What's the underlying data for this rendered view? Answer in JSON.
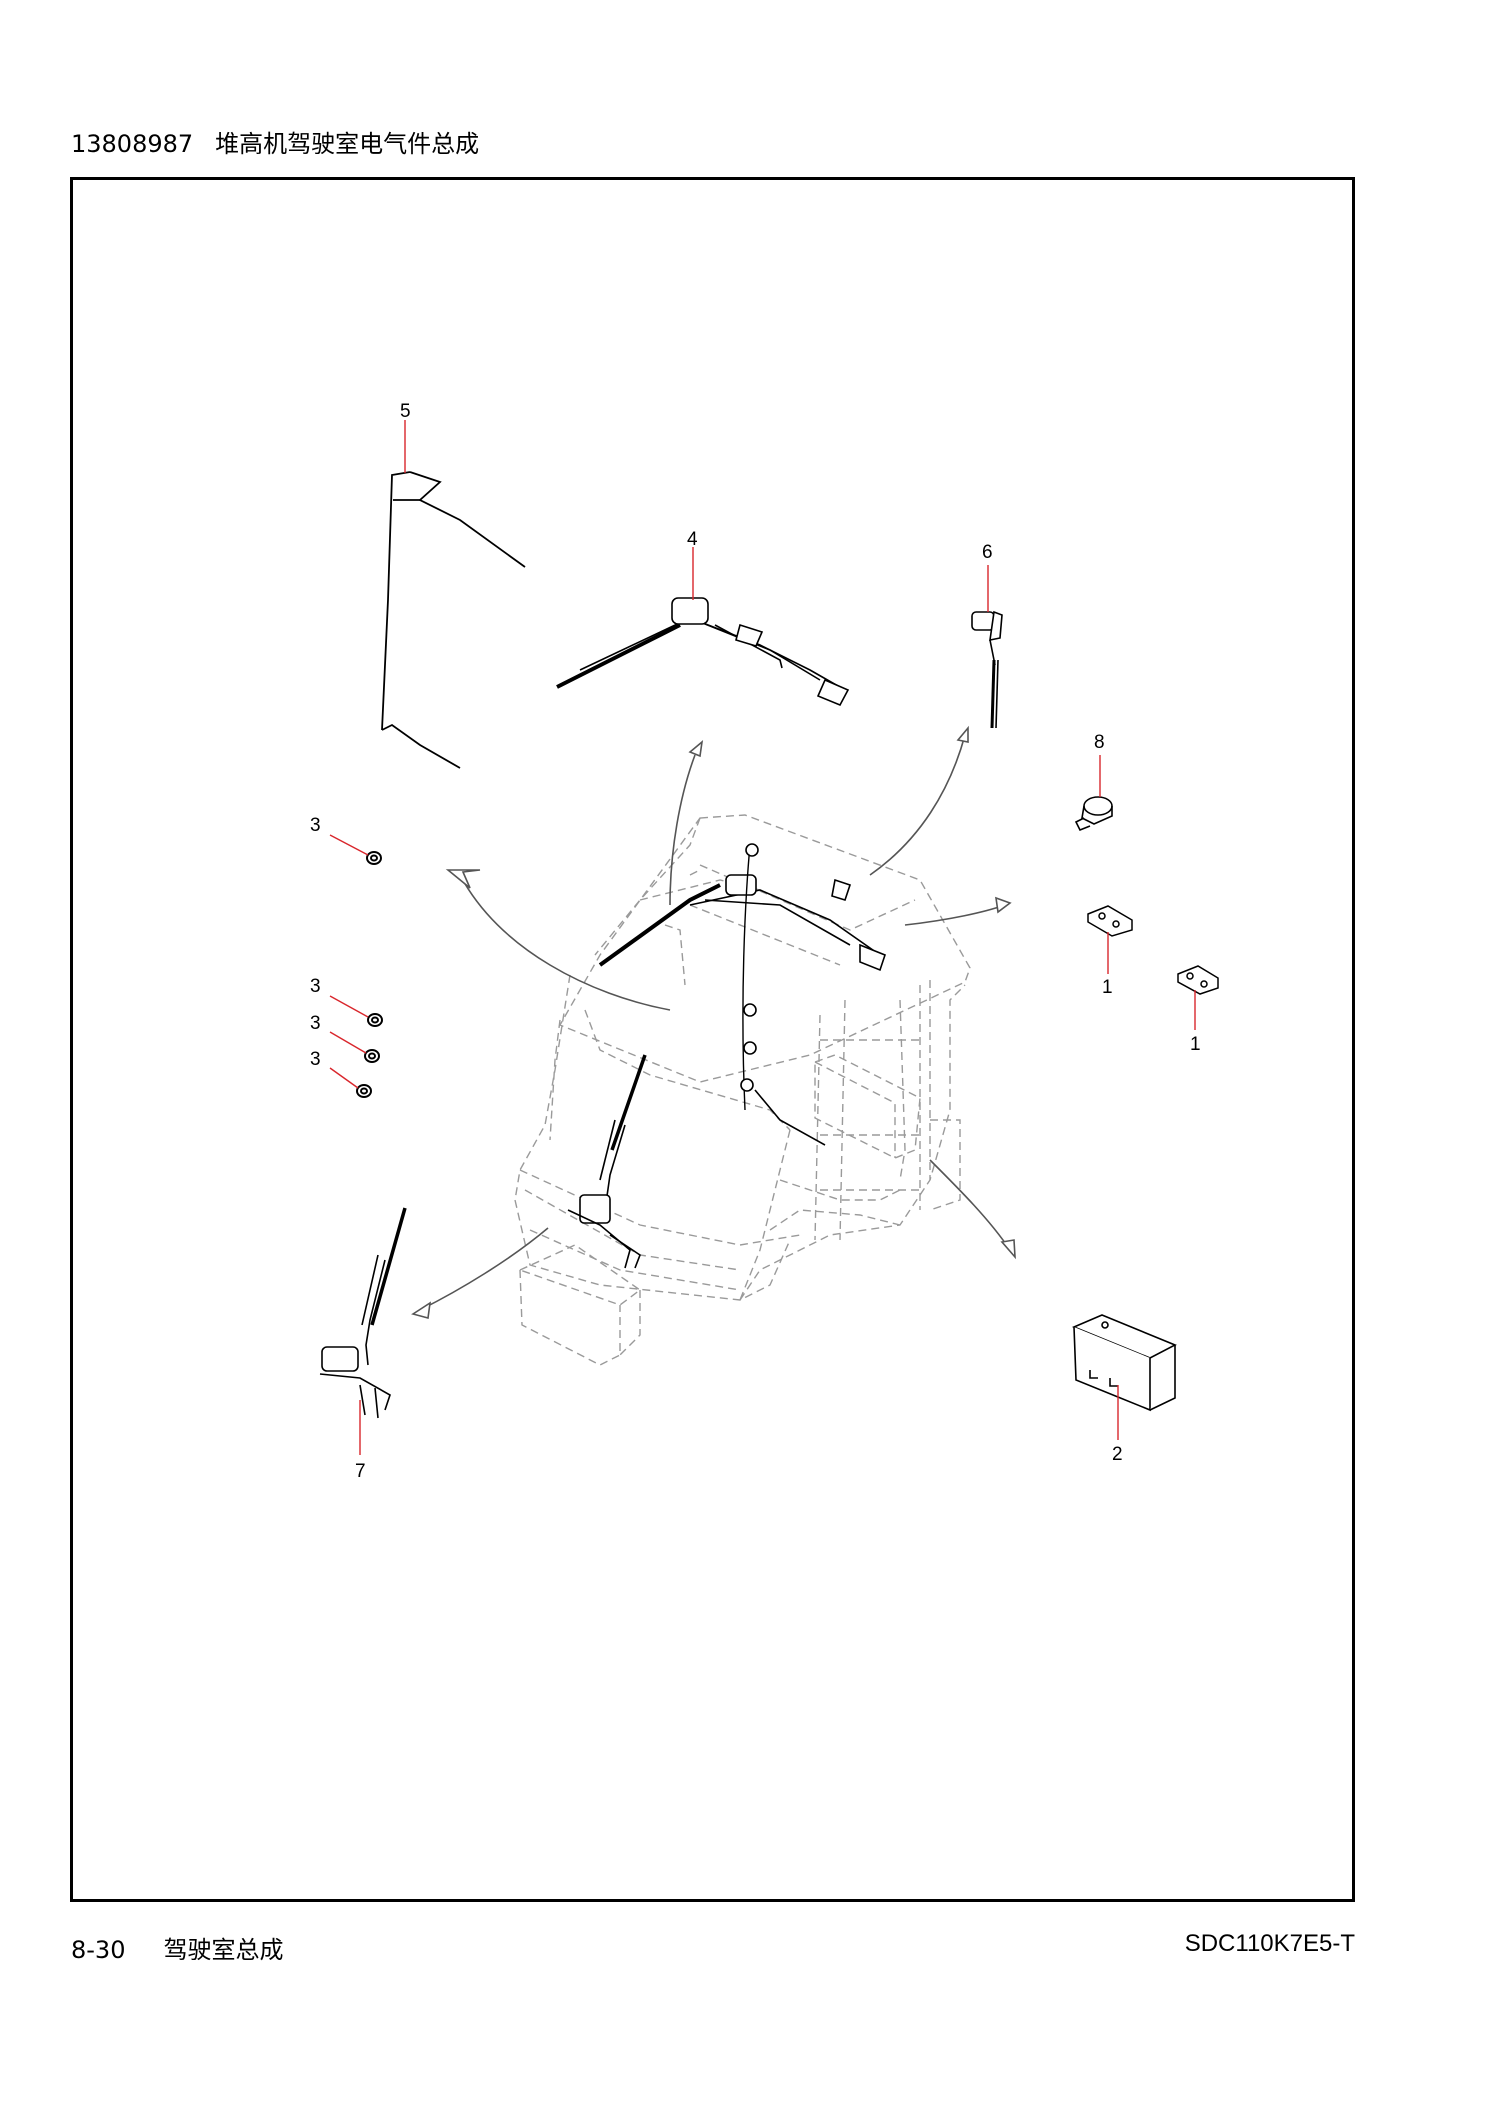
{
  "header": {
    "drawing_number": "13808987",
    "title": "堆高机驾驶室电气件总成"
  },
  "footer": {
    "page_number": "8-30",
    "section_title": "驾驶室总成",
    "model": "SDC110K7E5-T"
  },
  "callouts": [
    {
      "id": "c5",
      "label": "5"
    },
    {
      "id": "c4",
      "label": "4"
    },
    {
      "id": "c6",
      "label": "6"
    },
    {
      "id": "c8",
      "label": "8"
    },
    {
      "id": "c3a",
      "label": "3"
    },
    {
      "id": "c3b",
      "label": "3"
    },
    {
      "id": "c3c",
      "label": "3"
    },
    {
      "id": "c3d",
      "label": "3"
    },
    {
      "id": "c1a",
      "label": "1"
    },
    {
      "id": "c1b",
      "label": "1"
    },
    {
      "id": "c7",
      "label": "7"
    },
    {
      "id": "c2",
      "label": "2"
    }
  ],
  "colors": {
    "leader": "#d9262c",
    "ghost": "#9a9a9a",
    "ink": "#000000"
  }
}
